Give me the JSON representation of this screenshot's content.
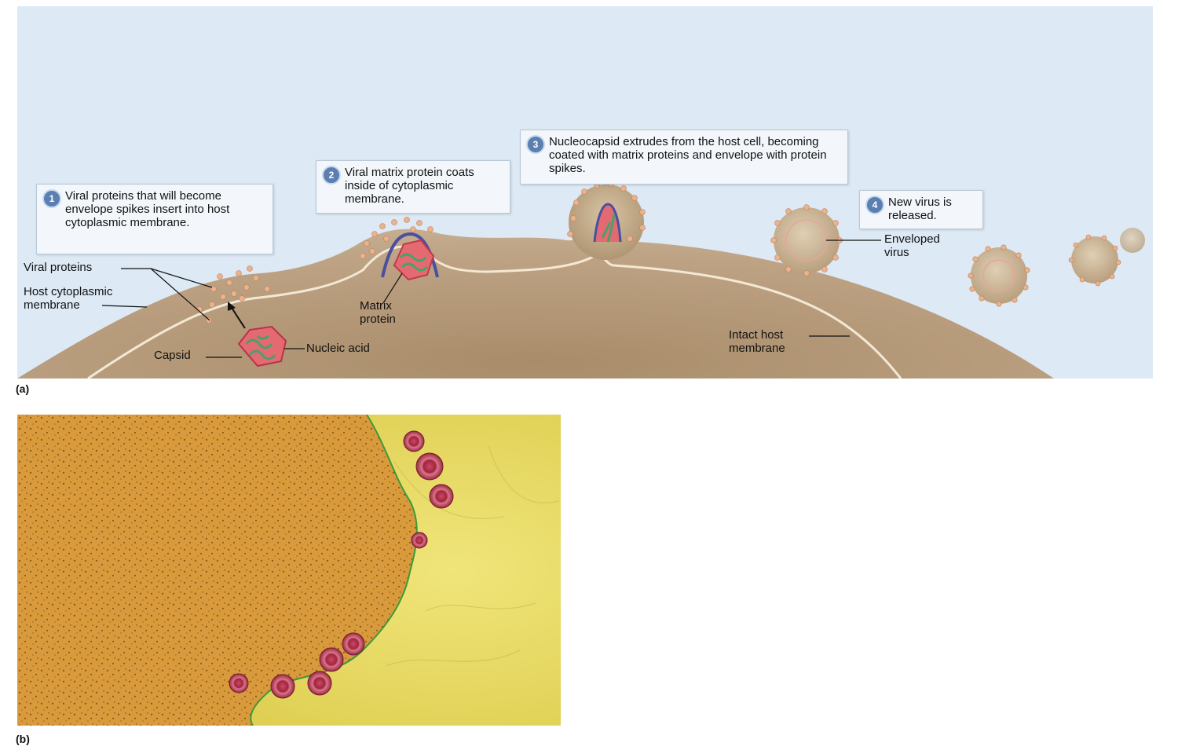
{
  "panel_a": {
    "label": "(a)",
    "steps": [
      {
        "number": "1",
        "text": "Viral proteins that will become envelope spikes insert into host cytoplasmic membrane."
      },
      {
        "number": "2",
        "text": "Viral matrix protein coats inside of cytoplasmic membrane."
      },
      {
        "number": "3",
        "text": "Nucleocapsid extrudes from the host cell, becoming coated with matrix proteins and envelope with protein spikes."
      },
      {
        "number": "4",
        "text": "New virus is released."
      }
    ],
    "labels": {
      "viral_proteins": "Viral proteins",
      "host_membrane_line1": "Host cytoplasmic",
      "host_membrane_line2": "membrane",
      "matrix_protein_line1": "Matrix",
      "matrix_protein_line2": "protein",
      "capsid": "Capsid",
      "nucleic_acid": "Nucleic acid",
      "intact_host_line1": "Intact host",
      "intact_host_line2": "membrane",
      "enveloped_virus_line1": "Enveloped",
      "enveloped_virus_line2": "virus"
    },
    "colors": {
      "background": "#dde9f4",
      "cell": "#b49a78",
      "membrane": "#f4ead8",
      "capsid": "#e46a72",
      "nucleic_acid": "#4aa06a",
      "matrix_protein": "#4a4fa0",
      "spike": "#e9b38e",
      "step_badge": "#5b7fb0"
    }
  },
  "panel_b": {
    "label": "(b)",
    "colors": {
      "cell": "#d99a3c",
      "background": "#e8dc58",
      "membrane_edge": "#3a9a3a",
      "virion": "#b7374f"
    }
  }
}
